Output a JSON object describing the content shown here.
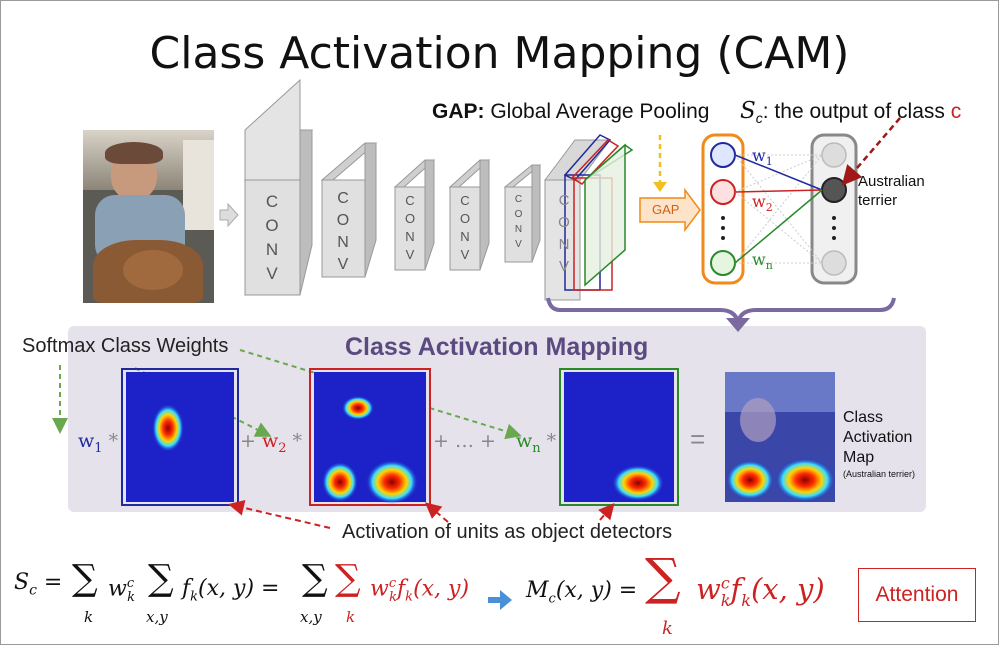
{
  "title": "Class Activation Mapping (CAM)",
  "gap_bold": "GAP:",
  "gap_text": " Global Average Pooling",
  "sc_symbol": "S",
  "sc_sub": "c",
  "sc_text": ": the output of class ",
  "sc_class": "c",
  "conv_letters": [
    "C",
    "O",
    "N",
    "V"
  ],
  "gap_box": "GAP",
  "weights": {
    "w1": "w",
    "s1": "1",
    "w2": "w",
    "s2": "2",
    "wn": "w",
    "sn": "n"
  },
  "australian": "Australian",
  "terrier": "terrier",
  "panel_title": "Class Activation Mapping",
  "softmax_label": "Softmax Class Weights",
  "plus_ellipsis": "+ … +",
  "equals": "=",
  "cam_label_1": "Class",
  "cam_label_2": "Activation",
  "cam_label_3": "Map",
  "cam_label_4": "(Australian terrier)",
  "detectors_label": "Activation of units as object detectors",
  "attention": "Attention",
  "colors": {
    "blue": "#1f2a9c",
    "red": "#cc2222",
    "green": "#2a8a2a",
    "purple": "#5a4a80",
    "orange": "#f08a1a"
  }
}
